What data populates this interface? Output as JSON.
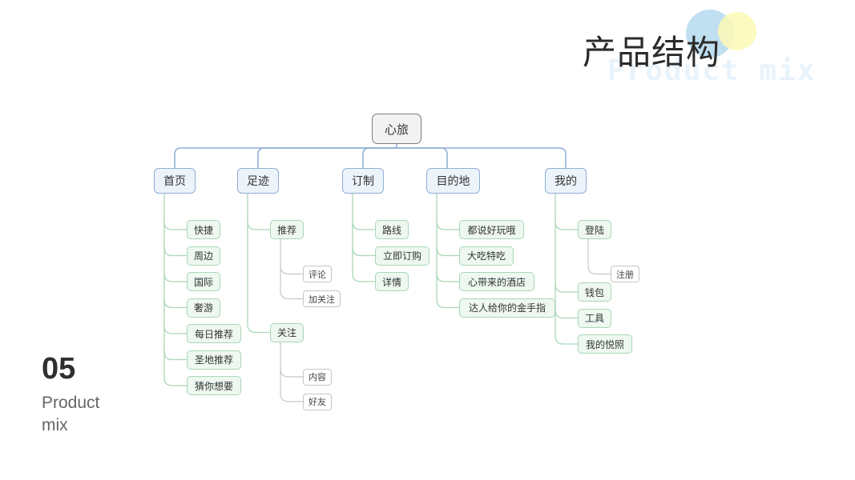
{
  "header": {
    "title": "产品结构",
    "title_watermark": "Product mix"
  },
  "section": {
    "number": "05",
    "label": "Product mix"
  },
  "colors": {
    "level1_line": "#8eaed3",
    "level2_line": "#a9d7b6",
    "level3_line": "#c6c6c6",
    "circle_blue": "#b9dcf0",
    "circle_yellow": "#fdf9b6"
  },
  "tree": {
    "label": "心旅",
    "children": [
      {
        "label": "首页",
        "children": [
          {
            "label": "快捷"
          },
          {
            "label": "周边"
          },
          {
            "label": "国际"
          },
          {
            "label": "奢游"
          },
          {
            "label": "每日推荐"
          },
          {
            "label": "圣地推荐"
          },
          {
            "label": "猜你想要"
          }
        ]
      },
      {
        "label": "足迹",
        "children": [
          {
            "label": "推荐",
            "children": [
              {
                "label": "评论"
              },
              {
                "label": "加关注"
              }
            ]
          },
          {
            "label": "关注",
            "children": [
              {
                "label": "内容"
              },
              {
                "label": "好友"
              }
            ]
          }
        ]
      },
      {
        "label": "订制",
        "children": [
          {
            "label": "路线"
          },
          {
            "label": "立即订购"
          },
          {
            "label": "详情"
          }
        ]
      },
      {
        "label": "目的地",
        "children": [
          {
            "label": "都说好玩哦"
          },
          {
            "label": "大吃特吃"
          },
          {
            "label": "心带来的酒店"
          },
          {
            "label": "达人给你的金手指"
          }
        ]
      },
      {
        "label": "我的",
        "children": [
          {
            "label": "登陆",
            "children": [
              {
                "label": "注册"
              }
            ]
          },
          {
            "label": "钱包"
          },
          {
            "label": "工具"
          },
          {
            "label": "我的悦照"
          }
        ]
      }
    ]
  }
}
